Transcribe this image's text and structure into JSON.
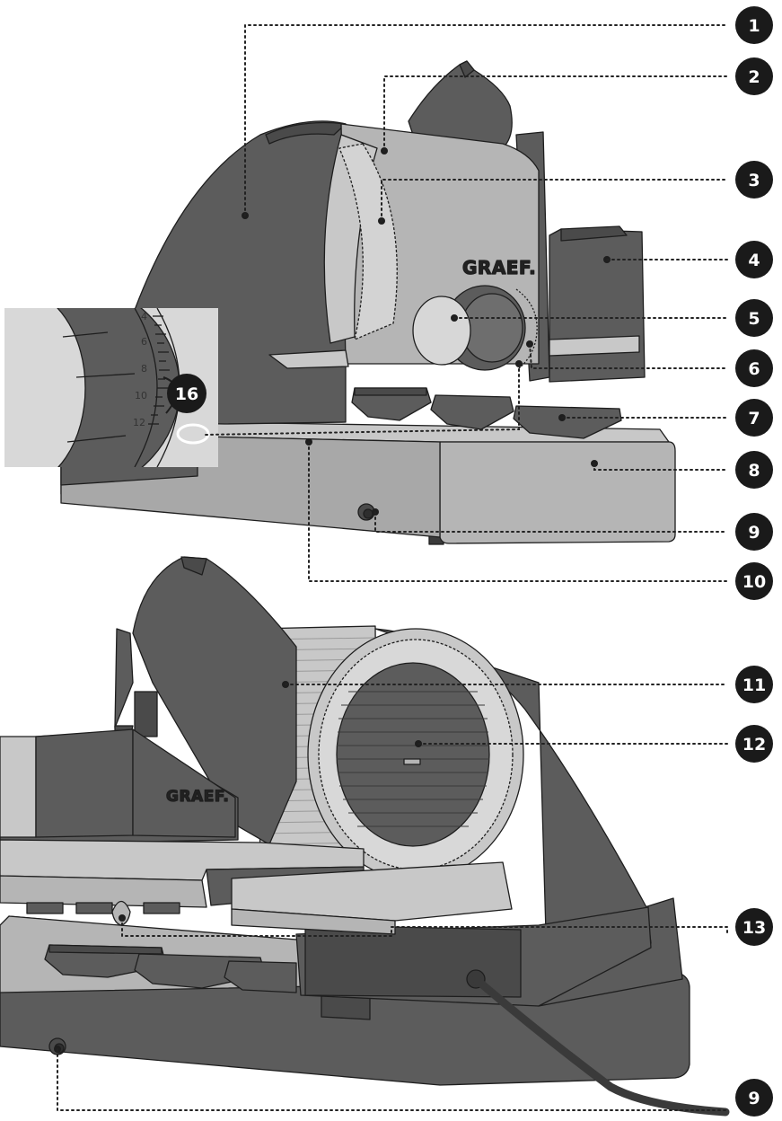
{
  "brand": {
    "top_logo": "GRAEF.",
    "bottom_logo": "GRAEF."
  },
  "inset": {
    "badge": "16",
    "scale_labels": [
      "4",
      "6",
      "8",
      "10",
      "12"
    ]
  },
  "callouts": [
    {
      "id": "c1",
      "number": "1"
    },
    {
      "id": "c2",
      "number": "2"
    },
    {
      "id": "c3",
      "number": "3"
    },
    {
      "id": "c4",
      "number": "4"
    },
    {
      "id": "c5",
      "number": "5"
    },
    {
      "id": "c6",
      "number": "6"
    },
    {
      "id": "c7",
      "number": "7"
    },
    {
      "id": "c8",
      "number": "8"
    },
    {
      "id": "c9",
      "number": "9"
    },
    {
      "id": "c10",
      "number": "10"
    },
    {
      "id": "c11",
      "number": "11"
    },
    {
      "id": "c12",
      "number": "12"
    },
    {
      "id": "c13",
      "number": "13"
    },
    {
      "id": "c9b",
      "number": "9"
    }
  ],
  "colors": {
    "dark_body": "#5c5c5c",
    "darker_body": "#4a4a4a",
    "light_panel": "#b5b5b5",
    "lighter_panel": "#c8c8c8",
    "badge": "#1a1a1a",
    "outline": "#1e1e1e"
  }
}
